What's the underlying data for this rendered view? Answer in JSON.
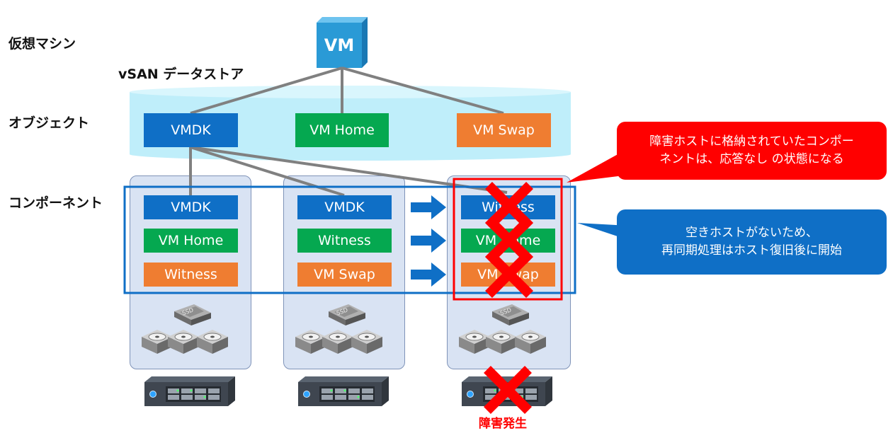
{
  "row_labels": {
    "vm": "仮想マシン",
    "object": "オブジェクト",
    "component": "コンポーネント"
  },
  "vm_label": "VM",
  "datastore_label": "vSAN データストア",
  "objects": [
    "VMDK",
    "VM Home",
    "VM Swap"
  ],
  "hosts": [
    {
      "components": [
        "VMDK",
        "VM Home",
        "Witness"
      ]
    },
    {
      "components": [
        "VMDK",
        "Witness",
        "VM Swap"
      ]
    },
    {
      "components": [
        "Witness",
        "VM Home",
        "VM Swap"
      ],
      "failed": true
    }
  ],
  "ssd_label": "SSD",
  "callouts": {
    "failed_host_line1": "障害ホストに格納されていたコンポー",
    "failed_host_line2": "ネントは、応答なし の状態になる",
    "resync_line1": "空きホストがないため、",
    "resync_line2": "再同期処理はホスト復旧後に開始"
  },
  "failure_label": "障害発生",
  "colors": {
    "vmdk": "#0f6fc6",
    "vm_home": "#05a850",
    "vm_swap": "#ef7d31",
    "failure": "#ff0000",
    "datastore": "#bfeefa"
  }
}
